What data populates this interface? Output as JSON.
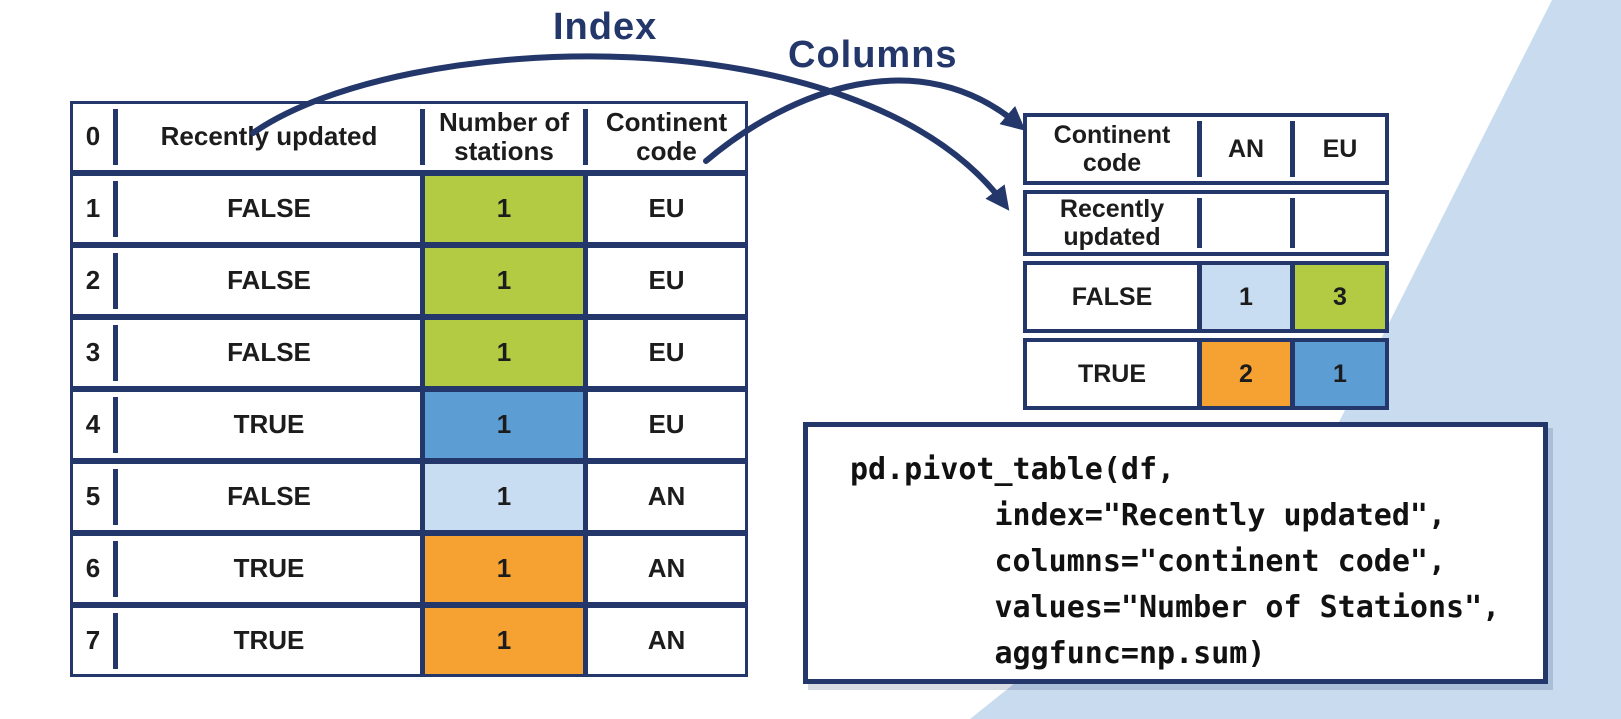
{
  "annotations": {
    "index_label": "Index",
    "columns_label": "Columns"
  },
  "colors": {
    "navy": "#24376b",
    "green": "#b2cb43",
    "blue": "#5c9dd4",
    "light_blue": "#c8ddf2",
    "orange": "#f5a233",
    "band": "#c9dcef",
    "text": "#1c1c1c"
  },
  "left_table": {
    "headers": [
      "0",
      "Recently updated",
      "Number of stations",
      "Continent code"
    ],
    "rows": [
      {
        "index": "1",
        "recently_updated": "FALSE",
        "number_of_stations": "1",
        "stations_color": "green",
        "continent_code": "EU"
      },
      {
        "index": "2",
        "recently_updated": "FALSE",
        "number_of_stations": "1",
        "stations_color": "green",
        "continent_code": "EU"
      },
      {
        "index": "3",
        "recently_updated": "FALSE",
        "number_of_stations": "1",
        "stations_color": "green",
        "continent_code": "EU"
      },
      {
        "index": "4",
        "recently_updated": "TRUE",
        "number_of_stations": "1",
        "stations_color": "blue",
        "continent_code": "EU"
      },
      {
        "index": "5",
        "recently_updated": "FALSE",
        "number_of_stations": "1",
        "stations_color": "light_blue",
        "continent_code": "AN"
      },
      {
        "index": "6",
        "recently_updated": "TRUE",
        "number_of_stations": "1",
        "stations_color": "orange",
        "continent_code": "AN"
      },
      {
        "index": "7",
        "recently_updated": "TRUE",
        "number_of_stations": "1",
        "stations_color": "orange",
        "continent_code": "AN"
      }
    ]
  },
  "pivot_table": {
    "corner_header": "Continent code",
    "column_headers": [
      "AN",
      "EU"
    ],
    "row_index_header": "Recently updated",
    "rows": [
      {
        "label": "FALSE",
        "values": [
          {
            "text": "1",
            "color": "light_blue"
          },
          {
            "text": "3",
            "color": "green"
          }
        ]
      },
      {
        "label": "TRUE",
        "values": [
          {
            "text": "2",
            "color": "orange"
          },
          {
            "text": "1",
            "color": "blue"
          }
        ]
      }
    ]
  },
  "code_block": {
    "lines": [
      "pd.pivot_table(df,",
      "        index=\"Recently updated\",",
      "        columns=\"continent code\",",
      "        values=\"Number of Stations\",",
      "        aggfunc=np.sum)"
    ]
  }
}
